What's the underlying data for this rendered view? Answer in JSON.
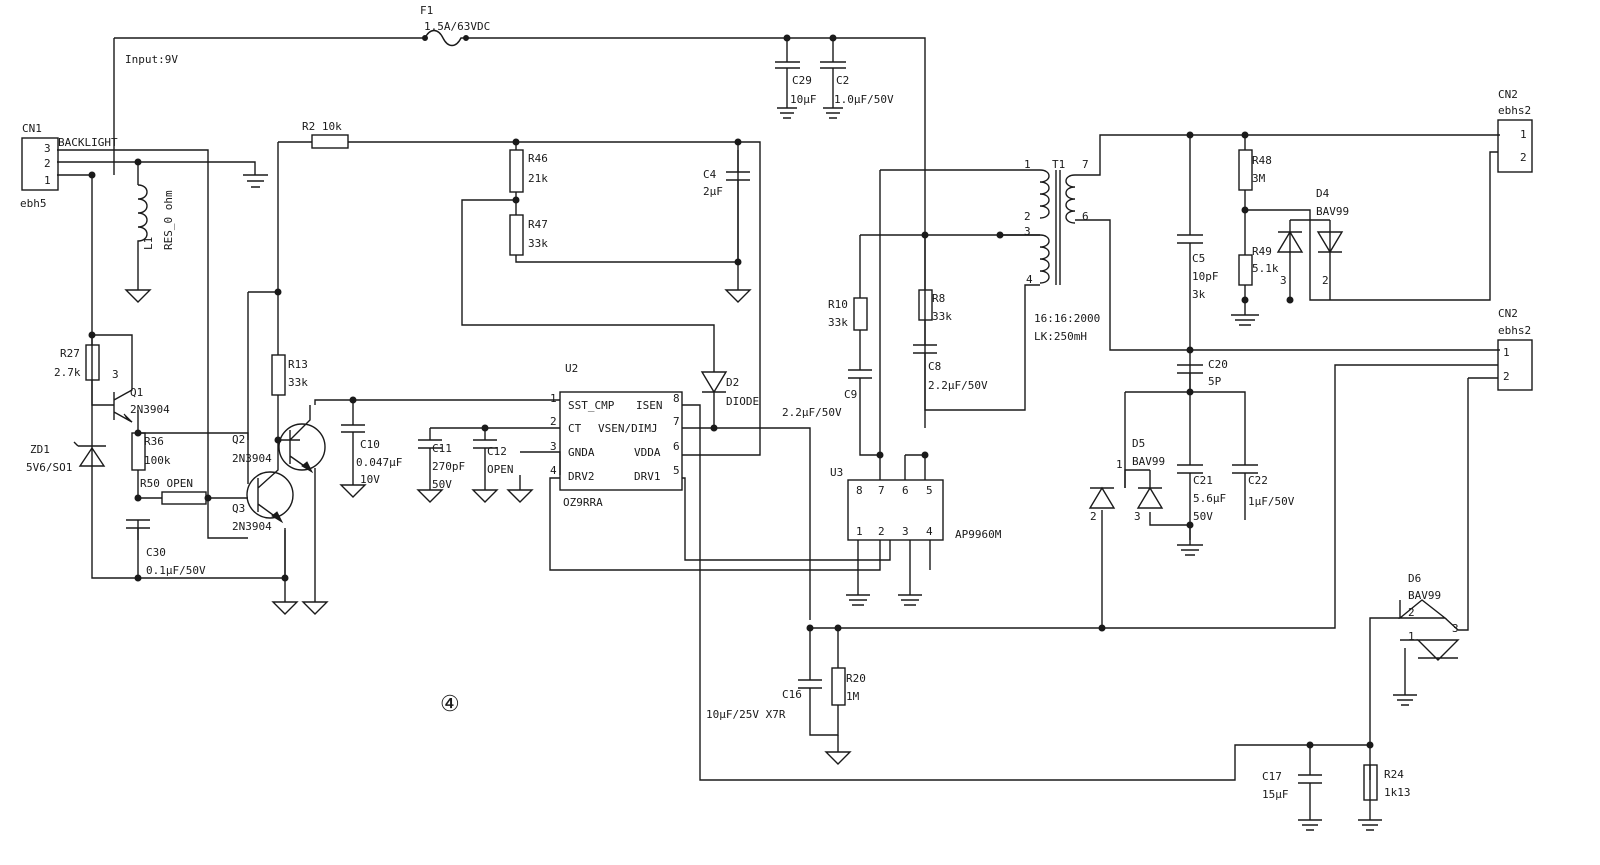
{
  "colors": {
    "ink": "#1a1a1a",
    "paper": "#ffffff"
  },
  "labels": {
    "f1_ref": "F1",
    "f1_val": "1.5A/63VDC",
    "input": "Input:9V",
    "cn1_ref": "CN1",
    "cn1_name": "BACKLIGHT",
    "cn1_type": "ebh5",
    "cn1_p3": "3",
    "cn1_p2": "2",
    "cn1_p1": "1",
    "l1_ref": "L1",
    "l1_val": "RES_0 ohm",
    "r2_ref": "R2 10k",
    "c29_ref": "C29",
    "c29_val": "10µF",
    "c2_ref": "C2",
    "c2_val": "1.0µF/50V",
    "r46_ref": "R46",
    "r46_val": "21k",
    "r47_ref": "R47",
    "r47_val": "33k",
    "c4_ref": "C4",
    "c4_val": "2µF",
    "r27_ref": "R27",
    "r27_val": "2.7k",
    "q1_ref": "Q1",
    "q1_val": "2N3904",
    "q1_pin": "3",
    "r36_ref": "R36",
    "r36_val": "100k",
    "zd1_ref": "ZD1",
    "zd1_val": "5V6/SO1",
    "r50_ref": "R50 OPEN",
    "c30_ref": "C30",
    "c30_val": "0.1µF/50V",
    "q2_ref": "Q2",
    "q2_val": "2N3904",
    "q3_ref": "Q3",
    "q3_val": "2N3904",
    "r13_ref": "R13",
    "r13_val": "33k",
    "c10_ref": "C10",
    "c10_val": "0.047µF",
    "c10_v": "10V",
    "c11_ref": "C11",
    "c11_val": "270pF",
    "c11_v": "50V",
    "c12_ref": "C12",
    "c12_val": "OPEN",
    "u2_ref": "U2",
    "u2_part": "OZ9RRA",
    "u2_sst": "SST_CMP",
    "u2_ct": "CT",
    "u2_gnda": "GNDA",
    "u2_drv2": "DRV2",
    "u2_isen": "ISEN",
    "u2_vsen": "VSEN/DIMJ",
    "u2_vdda": "VDDA",
    "u2_drv1": "DRV1",
    "u2_p1": "1",
    "u2_p2": "2",
    "u2_p3": "3",
    "u2_p4": "4",
    "u2_p5": "5",
    "u2_p6": "6",
    "u2_p7": "7",
    "u2_p8": "8",
    "d2_ref": "D2",
    "d2_val": "DIODE",
    "t1_ref": "T1",
    "t1_p1": "1",
    "t1_p2": "2",
    "t1_p3": "3",
    "t1_p4": "4",
    "t1_p6": "6",
    "t1_p7": "7",
    "t1_ratio": "16:16:2000",
    "t1_lk": "LK:250mH",
    "r10_ref": "R10",
    "r10_val": "33k",
    "r8_ref": "R8",
    "r8_val": "33k",
    "c9_ref": "C9",
    "c9_val": "2.2µF/50V",
    "c8_ref": "C8",
    "c8_val": "2.2µF/50V",
    "u3_ref": "U3",
    "u3_part": "AP9960M",
    "u3_p1": "1",
    "u3_p2": "2",
    "u3_p3": "3",
    "u3_p4": "4",
    "u3_p5": "5",
    "u3_p6": "6",
    "u3_p7": "7",
    "u3_p8": "8",
    "c16_ref": "C16",
    "c16_val": "10µF/25V X7R",
    "r20_ref": "R20",
    "r20_val": "1M",
    "cn2a_ref": "CN2",
    "cn2a_type": "ebhs2",
    "cn2a_p1": "1",
    "cn2a_p2": "2",
    "cn2b_ref": "CN2",
    "cn2b_type": "ebhs2",
    "cn2b_p1": "1",
    "cn2b_p2": "2",
    "r48_ref": "R48",
    "r48_val": "3M",
    "d4_ref": "D4",
    "d4_val": "BAV99",
    "d4_p3": "3",
    "d4_p2": "2",
    "r49_ref": "R49",
    "r49_val": "5.1k",
    "c5_ref": "C5",
    "c5_val": "10pF",
    "c5_v": "3k",
    "c20_ref": "C20",
    "c20_val": "5P",
    "d5_ref": "D5",
    "d5_val": "BAV99",
    "d5_p1": "1",
    "d5_p2": "2",
    "d5_p3": "3",
    "c21_ref": "C21",
    "c21_val": "5.6µF",
    "c21_v": "50V",
    "c22_ref": "C22",
    "c22_val": "1µF/50V",
    "d6_ref": "D6",
    "d6_val": "BAV99",
    "d6_p1": "1",
    "d6_p2": "2",
    "d6_p3": "3",
    "c17_ref": "C17",
    "c17_val": "15µF",
    "r24_ref": "R24",
    "r24_val": "1k13",
    "figure_number": "④"
  }
}
